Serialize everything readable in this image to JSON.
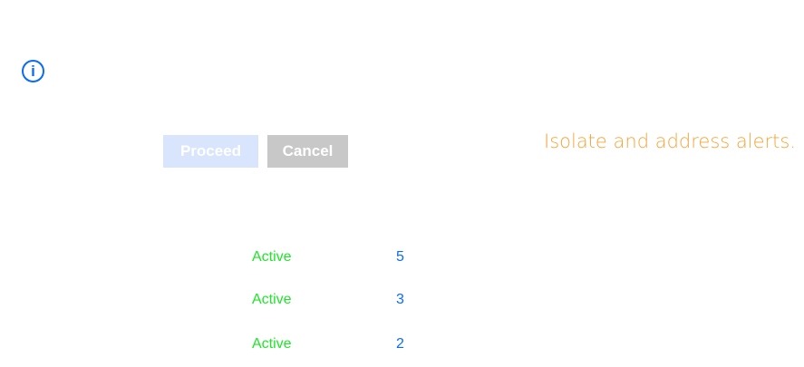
{
  "buttons": {
    "proceed": "Proceed",
    "cancel": "Cancel"
  },
  "note": "Isolate and address alerts.",
  "rows": [
    {
      "status": "Active",
      "count": "5"
    },
    {
      "status": "Active",
      "count": "3"
    },
    {
      "status": "Active",
      "count": "2"
    }
  ],
  "colors": {
    "accent": "#0a6cf5",
    "status": "#1ee62a",
    "note": "#f5a43a"
  }
}
